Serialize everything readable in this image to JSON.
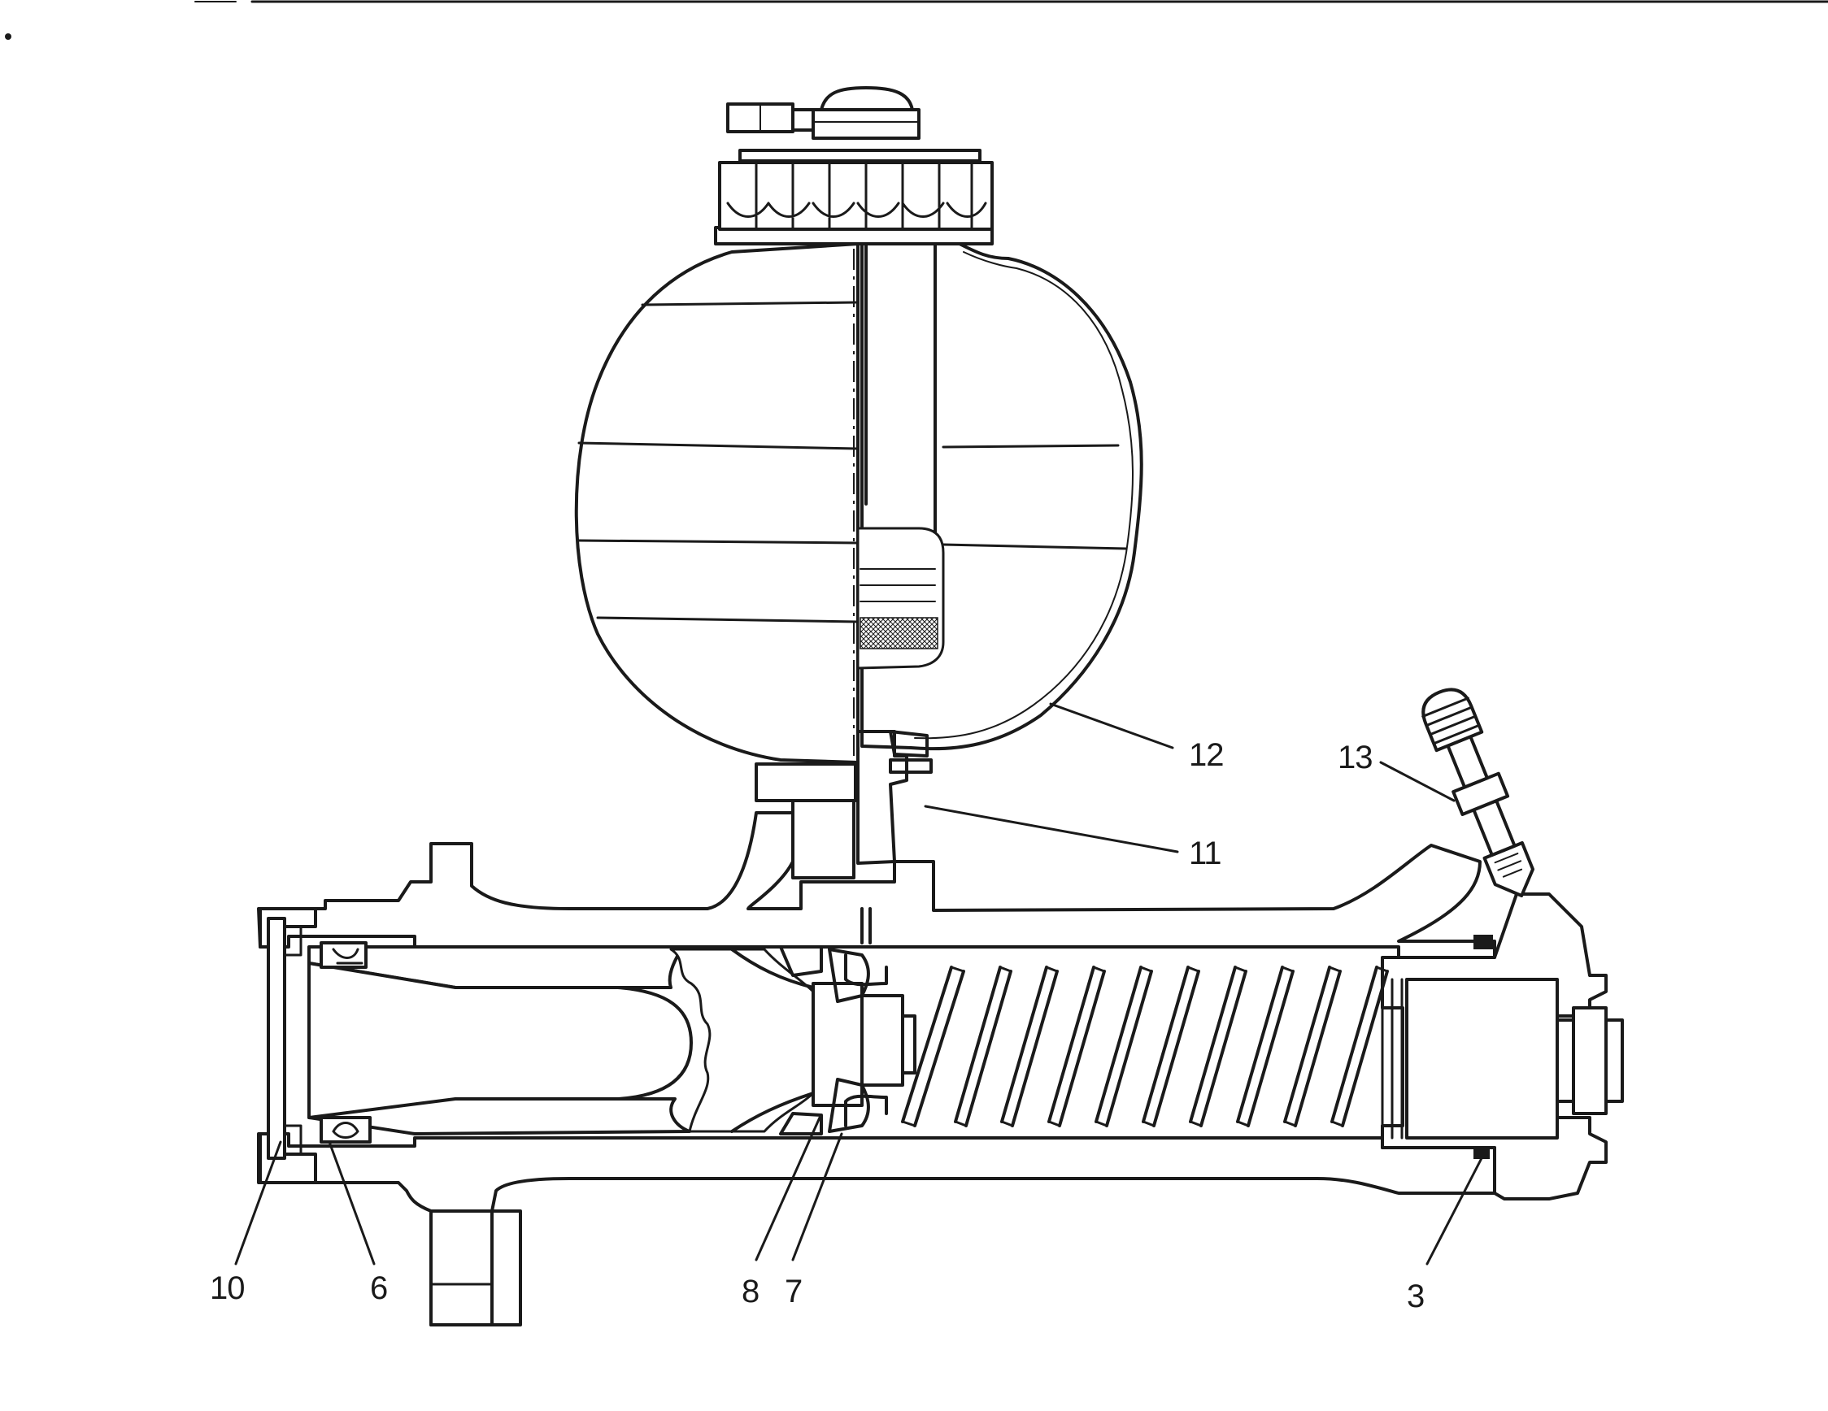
{
  "diagram": {
    "callouts": [
      {
        "id": "callout-10",
        "text": "10"
      },
      {
        "id": "callout-6",
        "text": "6"
      },
      {
        "id": "callout-8",
        "text": "8"
      },
      {
        "id": "callout-7",
        "text": "7"
      },
      {
        "id": "callout-3",
        "text": "3"
      },
      {
        "id": "callout-11",
        "text": "11"
      },
      {
        "id": "callout-12",
        "text": "12"
      },
      {
        "id": "callout-13",
        "text": "13"
      }
    ]
  },
  "colors": {
    "ink": "#1a1a1a",
    "background": "#ffffff"
  }
}
